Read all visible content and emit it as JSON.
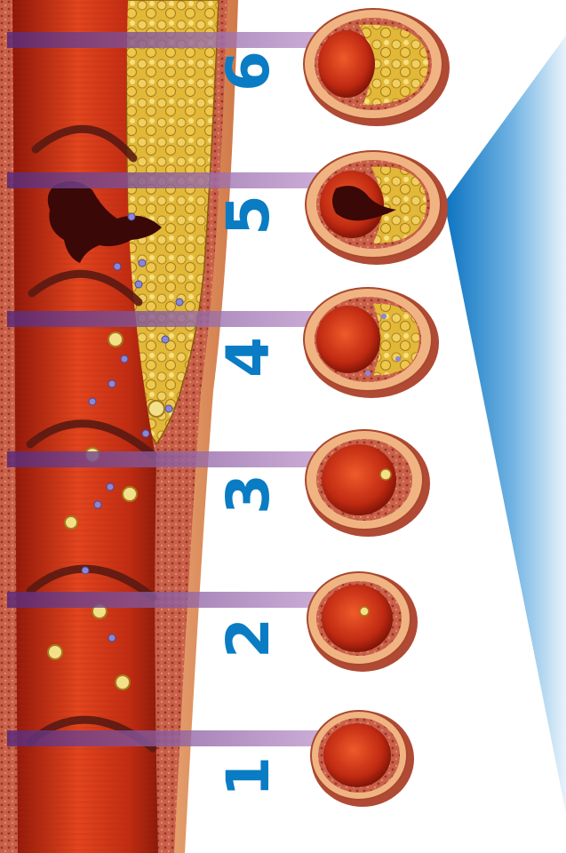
{
  "colors": {
    "accent_blue": "#0a7cc4",
    "band_purple": "#7a3a8a",
    "artery_red": "#d8341a",
    "wall_tan": "#f2b07a",
    "plaque_yellow": "#e6c030",
    "clot_dark": "#3a0806"
  },
  "stages": [
    {
      "id": "1",
      "label": "1"
    },
    {
      "id": "2",
      "label": "2"
    },
    {
      "id": "3",
      "label": "3"
    },
    {
      "id": "4",
      "label": "4"
    },
    {
      "id": "5",
      "label": "5"
    },
    {
      "id": "6",
      "label": "6"
    }
  ]
}
